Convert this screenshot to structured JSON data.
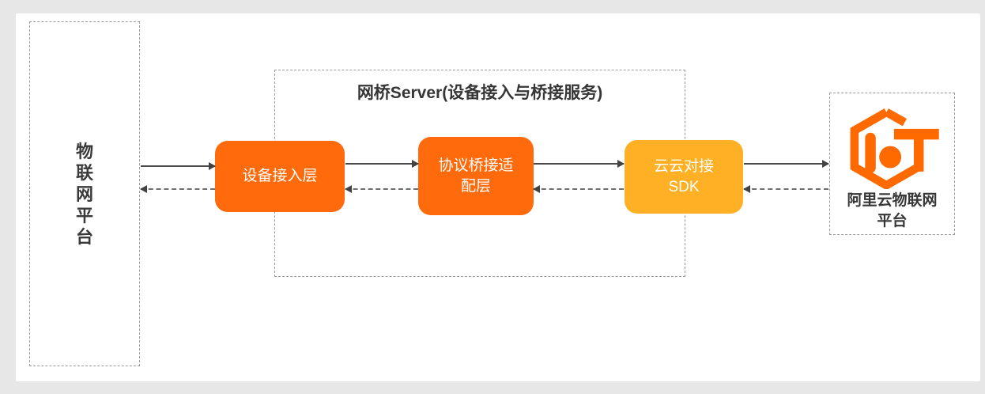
{
  "diagram": {
    "left_box": {
      "label": "物\n联\n网\n平\n台"
    },
    "bridge": {
      "title": "网桥Server(设备接入与桥接服务)"
    },
    "nodes": [
      {
        "id": "device-access",
        "label": "设备接入层",
        "color": "#FF6A0C"
      },
      {
        "id": "protocol-bridge",
        "label": "协议桥接适\n配层",
        "color": "#FF6A0C"
      },
      {
        "id": "cloud-sdk",
        "label": "云云对接\nSDK",
        "color": "#FFB024"
      }
    ],
    "right_box": {
      "label": "阿里云物联网\n平台",
      "icon": "aliyun-iot-logo"
    },
    "flows": [
      {
        "from": "物联网平台",
        "to": "设备接入层",
        "style": "solid",
        "direction": "right"
      },
      {
        "from": "设备接入层",
        "to": "物联网平台",
        "style": "dashed",
        "direction": "left"
      },
      {
        "from": "设备接入层",
        "to": "协议桥接适配层",
        "style": "solid",
        "direction": "right"
      },
      {
        "from": "协议桥接适配层",
        "to": "设备接入层",
        "style": "dashed",
        "direction": "left"
      },
      {
        "from": "协议桥接适配层",
        "to": "云云对接SDK",
        "style": "solid",
        "direction": "right"
      },
      {
        "from": "云云对接SDK",
        "to": "协议桥接适配层",
        "style": "dashed",
        "direction": "left"
      },
      {
        "from": "云云对接SDK",
        "to": "阿里云物联网平台",
        "style": "solid",
        "direction": "right"
      },
      {
        "from": "阿里云物联网平台",
        "to": "云云对接SDK",
        "style": "dashed",
        "direction": "left"
      }
    ],
    "colors": {
      "accent_orange": "#FF6A0C",
      "accent_gold": "#FFB024",
      "logo_orange": "#FF6A00",
      "text_dark": "#363636",
      "dashed_border": "#999999",
      "arrow": "#4a4a4a",
      "panel_bg": "#ffffff",
      "page_bg": "#e7e7e7"
    }
  }
}
